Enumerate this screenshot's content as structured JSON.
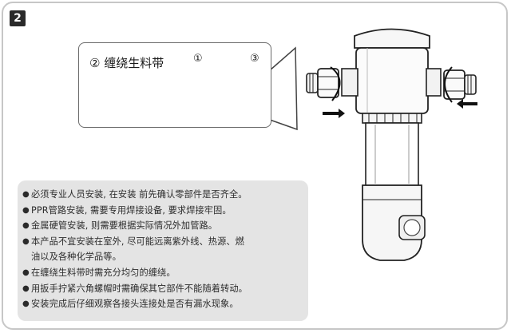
{
  "step": "2",
  "detail": {
    "title": "② 缠绕生料带",
    "label1": "①",
    "label3": "③"
  },
  "notes": [
    {
      "text": "必须专业人员安装, 在安装 前先确认零部件是否齐全。"
    },
    {
      "text": "PPR管路安装, 需要专用焊接设备, 要求焊接牢固。"
    },
    {
      "text": "金属硬管安装, 则需要根据实际情况外加管路。"
    },
    {
      "text": "本产品不宜安装在室外, 尽可能远离紫外线、热源、燃",
      "cont": "油以及各种化学品等。"
    },
    {
      "text": "在缠绕生料带时需充分均匀的缠绕。"
    },
    {
      "text": "用扳手拧紧六角螺帽时需确保其它部件不能随着转动。"
    },
    {
      "text": "安装完成后仔细观察各接头连接处是否有漏水现象。"
    }
  ]
}
